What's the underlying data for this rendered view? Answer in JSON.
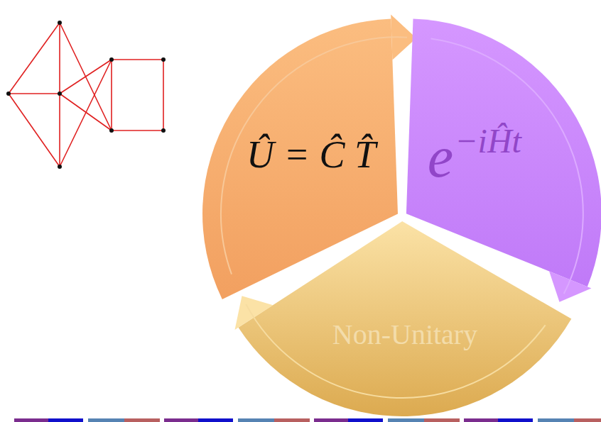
{
  "diagram": {
    "nodes": [
      {
        "text": [
          "Û = Ĉ T̂"
        ]
      },
      {
        "text": [
          "e",
          "−iĤt"
        ]
      },
      {
        "text": [
          "Non-Unitary"
        ]
      }
    ]
  }
}
